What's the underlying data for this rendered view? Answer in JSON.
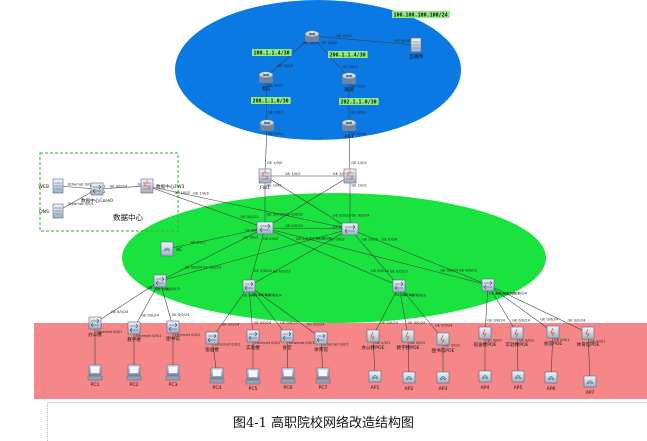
{
  "caption": "图4-1  高职院校网络改造结构图",
  "colors": {
    "wan_zone": "#0a79e4",
    "core_zone": "#1ae23e",
    "access_zone": "#f58788",
    "datacenter_border": "#2fb52f",
    "ip_highlight": "#8fec7d"
  },
  "ip_labels": [
    "100.100.100.100/24",
    "100.1.1.4/30",
    "200.1.1.4/30",
    "200.1.1.0/30",
    "202.1.1.0/30"
  ],
  "devices": {
    "r_top": {
      "label": "",
      "icon": "router-icon"
    },
    "isp": {
      "label": "互联网",
      "icon": "server-icon"
    },
    "r_left": {
      "label": "电信",
      "icon": "router-icon"
    },
    "r_right": {
      "label": "联通",
      "icon": "router-icon"
    },
    "ar_left": {
      "label": "",
      "icon": "router-icon"
    },
    "ar_right": {
      "label": "AR1",
      "icon": "router-icon"
    },
    "fw1": {
      "label": "FW1",
      "icon": "firewall-icon"
    },
    "fw2": {
      "label": "",
      "icon": "firewall-icon"
    },
    "web": {
      "label": "WEB",
      "icon": "server-icon"
    },
    "dns": {
      "label": "DNS",
      "icon": "server-icon"
    },
    "dc_core": {
      "label": "数据中心Core0",
      "icon": "switch-icon"
    },
    "dc_fw": {
      "label": "数据中心FW3",
      "icon": "firewall-icon"
    },
    "dc_title": {
      "label": "数据中心"
    },
    "ac": {
      "label": "AC",
      "icon": "ac-icon"
    },
    "core1": {
      "label": "",
      "icon": "core-switch-icon"
    },
    "core2": {
      "label": "",
      "icon": "core-switch-icon"
    },
    "agg1": {
      "label": "",
      "icon": "switch-icon"
    },
    "agg2": {
      "label": "",
      "icon": "switch-icon"
    },
    "agg3": {
      "label": "",
      "icon": "switch-icon"
    },
    "agg4": {
      "label": "",
      "icon": "switch-icon"
    },
    "acc1": {
      "label": "办公楼",
      "icon": "switch-icon"
    },
    "acc2": {
      "label": "教学楼",
      "icon": "switch-icon"
    },
    "acc3": {
      "label": "图书馆",
      "icon": "switch-icon"
    },
    "acc4": {
      "label": "宿舍楼",
      "icon": "switch-icon"
    },
    "acc5": {
      "label": "实验楼",
      "icon": "switch-icon"
    },
    "acc6": {
      "label": "食堂",
      "icon": "switch-icon"
    },
    "acc7": {
      "label": "体育馆",
      "icon": "switch-icon"
    },
    "poe1": {
      "label": "办公楼POE",
      "icon": "poe-switch-icon"
    },
    "poe2": {
      "label": "教学楼POE",
      "icon": "poe-switch-icon"
    },
    "poe3": {
      "label": "图书馆POE",
      "icon": "poe-switch-icon"
    },
    "poe4": {
      "label": "宿舍楼POE",
      "icon": "poe-switch-icon"
    },
    "poe5": {
      "label": "实验楼POE",
      "icon": "poe-switch-icon"
    },
    "poe6": {
      "label": "食堂POE",
      "icon": "poe-switch-icon"
    },
    "poe7": {
      "label": "体育馆POE",
      "icon": "poe-switch-icon"
    },
    "pc1": {
      "label": "PC1",
      "icon": "pc-icon"
    },
    "pc2": {
      "label": "PC2",
      "icon": "pc-icon"
    },
    "pc3": {
      "label": "PC3",
      "icon": "pc-icon"
    },
    "pc4": {
      "label": "PC4",
      "icon": "pc-icon"
    },
    "pc5": {
      "label": "PC5",
      "icon": "pc-icon"
    },
    "pc6": {
      "label": "PC6",
      "icon": "pc-icon"
    },
    "pc7": {
      "label": "PC7",
      "icon": "pc-icon"
    },
    "ap1": {
      "label": "AP1",
      "icon": "ap-icon"
    },
    "ap2": {
      "label": "AP2",
      "icon": "ap-icon"
    },
    "ap3": {
      "label": "AP3",
      "icon": "ap-icon"
    },
    "ap4": {
      "label": "AP4",
      "icon": "ap-icon"
    },
    "ap5": {
      "label": "AP5",
      "icon": "ap-icon"
    },
    "ap6": {
      "label": "AP6",
      "icon": "ap-icon"
    },
    "ap7": {
      "label": "AP7",
      "icon": "ap-icon"
    }
  },
  "links": [
    {
      "from": "r_top",
      "to": "isp",
      "labels": [
        "GE 0/0/2",
        "GE 0/0/0"
      ]
    },
    {
      "from": "r_top",
      "to": "r_left",
      "labels": [
        "GE 0/0/1",
        "GE 0/0/0"
      ]
    },
    {
      "from": "r_top",
      "to": "r_right",
      "labels": [
        "GE 0/0/0",
        "GE 0/0/0"
      ]
    },
    {
      "from": "r_left",
      "to": "ar_left",
      "labels": [
        "GE 0/0/1",
        "GE 0/0/1"
      ]
    },
    {
      "from": "r_right",
      "to": "ar_right",
      "labels": [
        "GE 0/0/1",
        "GE 0/0/1"
      ]
    },
    {
      "from": "ar_left",
      "to": "fw1",
      "labels": [
        "GE 0/0/0",
        "GE 1/0/0"
      ]
    },
    {
      "from": "ar_right",
      "to": "fw2",
      "labels": [
        "GE 0/0/0",
        "GE 1/0/0"
      ]
    },
    {
      "from": "fw1",
      "to": "fw2",
      "labels": [
        "GE 1/0/2",
        "GE 1/0/2"
      ]
    },
    {
      "from": "fw1",
      "to": "core1",
      "labels": [
        "GE 1/0/1",
        "GE 0/0/23"
      ]
    },
    {
      "from": "fw1",
      "to": "core2",
      "labels": [
        "",
        "GE 0/0/23"
      ]
    },
    {
      "from": "fw2",
      "to": "core1",
      "labels": [
        "",
        "GE 0/0/22"
      ]
    },
    {
      "from": "fw2",
      "to": "core2",
      "labels": [
        "GE 1/0/1",
        "GE 0/0/24"
      ]
    },
    {
      "from": "web",
      "to": "dc_core",
      "labels": [
        "Ethernet 0/0/1",
        "GE 0/0/1"
      ]
    },
    {
      "from": "dns",
      "to": "dc_core",
      "labels": [
        "Ethernet 0/0/1",
        "GE 0/0/2"
      ]
    },
    {
      "from": "dc_core",
      "to": "dc_fw",
      "labels": [
        "GE 0/0/24",
        "GE 1/0/1"
      ]
    },
    {
      "from": "dc_fw",
      "to": "core1",
      "labels": [
        "GE 1/0/2",
        "GE 0/0/21"
      ]
    },
    {
      "from": "dc_fw",
      "to": "core2",
      "labels": [
        "GE 1/0/3",
        ""
      ]
    },
    {
      "from": "core1",
      "to": "core2",
      "labels": [
        "GE 0/0/20",
        "GE 0/0/20"
      ]
    },
    {
      "from": "ac",
      "to": "core1",
      "labels": [
        "GE 0/0/1",
        "GE 0/0/19"
      ]
    },
    {
      "from": "core1",
      "to": "agg1",
      "labels": [
        "GE 0/0/1",
        "GE 0/0/24"
      ]
    },
    {
      "from": "core1",
      "to": "agg2",
      "labels": [
        "GE 0/0/2",
        "GE 0/0/24"
      ]
    },
    {
      "from": "core1",
      "to": "agg3",
      "labels": [
        "GE 0/0/3",
        "GE 0/0/24"
      ]
    },
    {
      "from": "core1",
      "to": "agg4",
      "labels": [
        "GE 0/0/4",
        "GE 0/0/24"
      ]
    },
    {
      "from": "core2",
      "to": "agg1",
      "labels": [
        "GE 0/0/1",
        "GE 0/0/23"
      ]
    },
    {
      "from": "core2",
      "to": "agg2",
      "labels": [
        "GE 0/0/2",
        "GE 0/0/23"
      ]
    },
    {
      "from": "core2",
      "to": "agg3",
      "labels": [
        "GE 0/0/3",
        "GE 0/0/23"
      ]
    },
    {
      "from": "core2",
      "to": "agg4",
      "labels": [
        "GE 0/0/4",
        "GE 0/0/23"
      ]
    },
    {
      "from": "agg1",
      "to": "acc1",
      "labels": [
        "GE 0/0/1",
        "GE 0/0/24"
      ]
    },
    {
      "from": "agg1",
      "to": "acc2",
      "labels": [
        "GE 0/0/2",
        "GE 0/0/24"
      ]
    },
    {
      "from": "agg1",
      "to": "acc3",
      "labels": [
        "GE 0/0/3",
        "GE 0/0/24"
      ]
    },
    {
      "from": "agg2",
      "to": "acc4",
      "labels": [
        "GE 0/0/1",
        "GE 0/0/24"
      ]
    },
    {
      "from": "agg2",
      "to": "acc5",
      "labels": [
        "GE 0/0/2",
        "GE 0/0/24"
      ]
    },
    {
      "from": "agg2",
      "to": "acc6",
      "labels": [
        "GE 0/0/3",
        "GE 0/0/24"
      ]
    },
    {
      "from": "agg2",
      "to": "acc7",
      "labels": [
        "GE 0/0/4",
        "GE 0/0/24"
      ]
    },
    {
      "from": "agg3",
      "to": "poe1",
      "labels": [
        "GE 0/0/1",
        "GE 0/0/24"
      ]
    },
    {
      "from": "agg3",
      "to": "poe2",
      "labels": [
        "GE 0/0/2",
        "GE 0/0/24"
      ]
    },
    {
      "from": "agg3",
      "to": "poe3",
      "labels": [
        "GE 0/0/3",
        "GE 0/0/24"
      ]
    },
    {
      "from": "agg4",
      "to": "poe4",
      "labels": [
        "GE 0/0/1",
        "GE 0/0/24"
      ]
    },
    {
      "from": "agg4",
      "to": "poe5",
      "labels": [
        "GE 0/0/2",
        "GE 0/0/24"
      ]
    },
    {
      "from": "agg4",
      "to": "poe6",
      "labels": [
        "GE 0/0/3",
        "GE 0/0/24"
      ]
    },
    {
      "from": "agg4",
      "to": "poe7",
      "labels": [
        "GE 0/0/4",
        "GE 0/0/24"
      ]
    },
    {
      "from": "acc1",
      "to": "pc1",
      "labels": [
        "Ethernet 0/0/1",
        ""
      ]
    },
    {
      "from": "acc2",
      "to": "pc2",
      "labels": [
        "Ethernet 0/0/1",
        ""
      ]
    },
    {
      "from": "acc3",
      "to": "pc3",
      "labels": [
        "Ethernet 0/0/1",
        ""
      ]
    },
    {
      "from": "acc4",
      "to": "pc4",
      "labels": [
        "Ethernet 0/0/1",
        ""
      ]
    },
    {
      "from": "acc5",
      "to": "pc5",
      "labels": [
        "Ethernet 0/0/1",
        ""
      ]
    },
    {
      "from": "acc6",
      "to": "pc6",
      "labels": [
        "Ethernet 0/0/1",
        ""
      ]
    },
    {
      "from": "acc7",
      "to": "pc7",
      "labels": [
        "Ethernet 0/0/1",
        ""
      ]
    },
    {
      "from": "poe1",
      "to": "ap1",
      "labels": [
        "GE 0/0/1",
        ""
      ]
    },
    {
      "from": "poe2",
      "to": "ap2",
      "labels": [
        "GE 0/0/1",
        ""
      ]
    },
    {
      "from": "poe3",
      "to": "ap3",
      "labels": [
        "GE 0/0/1",
        ""
      ]
    },
    {
      "from": "poe4",
      "to": "ap4",
      "labels": [
        "GE 0/0/1",
        ""
      ]
    },
    {
      "from": "poe5",
      "to": "ap5",
      "labels": [
        "GE 0/0/1",
        ""
      ]
    },
    {
      "from": "poe6",
      "to": "ap6",
      "labels": [
        "GE 0/0/1",
        ""
      ]
    },
    {
      "from": "poe7",
      "to": "ap7",
      "labels": [
        "GE 0/0/1",
        ""
      ]
    }
  ]
}
